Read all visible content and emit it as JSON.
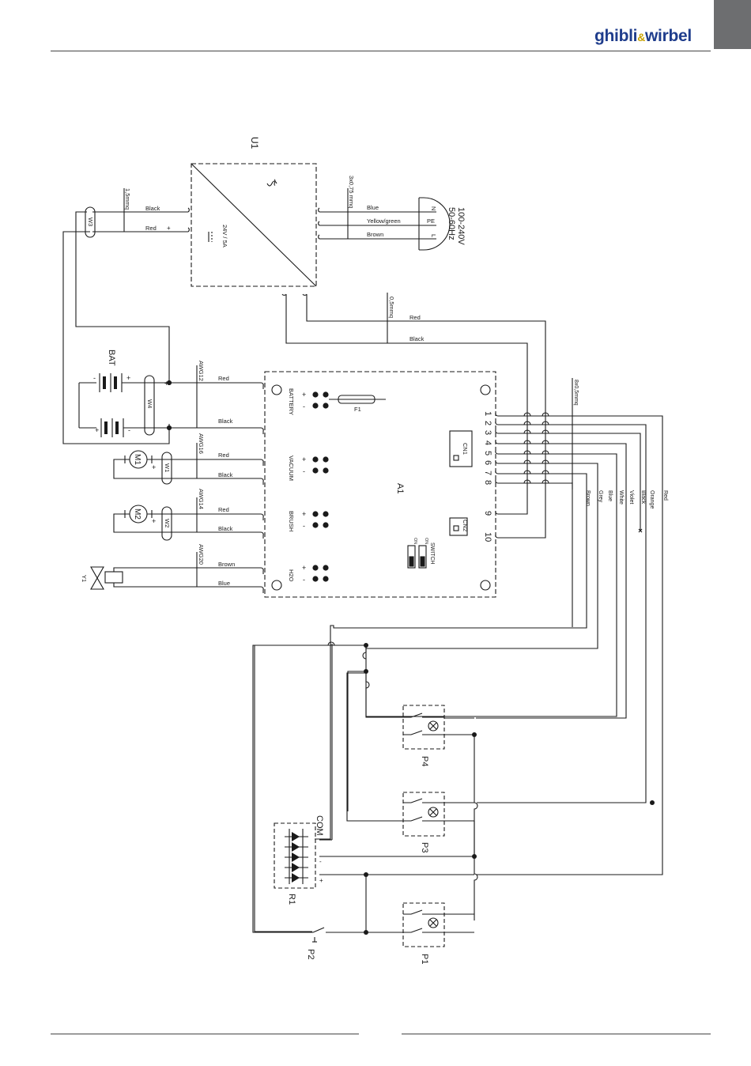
{
  "header": {
    "brand_left": "ghibli",
    "brand_amp": "&",
    "brand_right": "wirbel"
  },
  "diagram": {
    "u1": {
      "label": "U1",
      "symbol": "~",
      "rating": "24V / 5A",
      "section_left": "1,5mmq",
      "section_right": "3x0,75 mmq"
    },
    "mains": {
      "voltage": "100-240V",
      "frequency": "50-60Hz",
      "pins": [
        "N",
        "PE",
        "L"
      ],
      "wires": [
        "Blue",
        "Yellow/green",
        "Brown"
      ]
    },
    "u1_out": {
      "red": "Red",
      "black": "Black",
      "w3": "W3",
      "plus": "+"
    },
    "bus": {
      "section": "0,5mmq",
      "red": "Red",
      "black": "Black"
    },
    "battery": {
      "label": "BAT",
      "w4": "W4",
      "awg": "AWG12",
      "red": "Red",
      "black": "Black"
    },
    "m1": {
      "label": "M1",
      "w": "W1",
      "awg": "AWG16",
      "red": "Red",
      "black": "Black"
    },
    "m2": {
      "label": "M2",
      "w": "W2",
      "awg": "AWG14",
      "red": "Red",
      "black": "Black"
    },
    "y1": {
      "label": "Y1",
      "awg": "AWG20",
      "brown": "Brown",
      "blue": "Blue"
    },
    "a1": {
      "label": "A1",
      "battery": "BATTERY",
      "vacuum": "VACUUM",
      "brush": "BRUSH",
      "h2o": "H2O",
      "fuse": "F1",
      "cn1": "CN1",
      "cn2": "CN2",
      "switch": "SWITCH",
      "switch_on": "ON",
      "pins": [
        "1",
        "2",
        "3",
        "4",
        "5",
        "6",
        "7",
        "8",
        "9",
        "10"
      ]
    },
    "harness": {
      "section": "8x0,5mmq",
      "colors": [
        "Brown",
        "Grey",
        "Blue",
        "White",
        "Violet",
        "Black",
        "Orange",
        "Red"
      ]
    },
    "controls": {
      "p1": "P1",
      "p2": "P2",
      "p3": "P3",
      "p4": "P4",
      "r1": "R1",
      "com": "COM",
      "minus": "-",
      "plus": "+"
    }
  }
}
